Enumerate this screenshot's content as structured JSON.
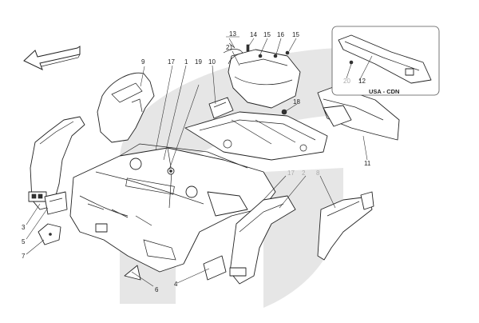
{
  "diagram": {
    "labels": [
      "1",
      "2",
      "3",
      "4",
      "5",
      "6",
      "7",
      "8",
      "9",
      "10",
      "11",
      "12",
      "13",
      "14",
      "15",
      "16",
      "15",
      "17",
      "18",
      "19",
      "20",
      "21",
      "17"
    ],
    "inset_caption": "USA - CDN",
    "watermark_color": "#e6e6e6"
  }
}
